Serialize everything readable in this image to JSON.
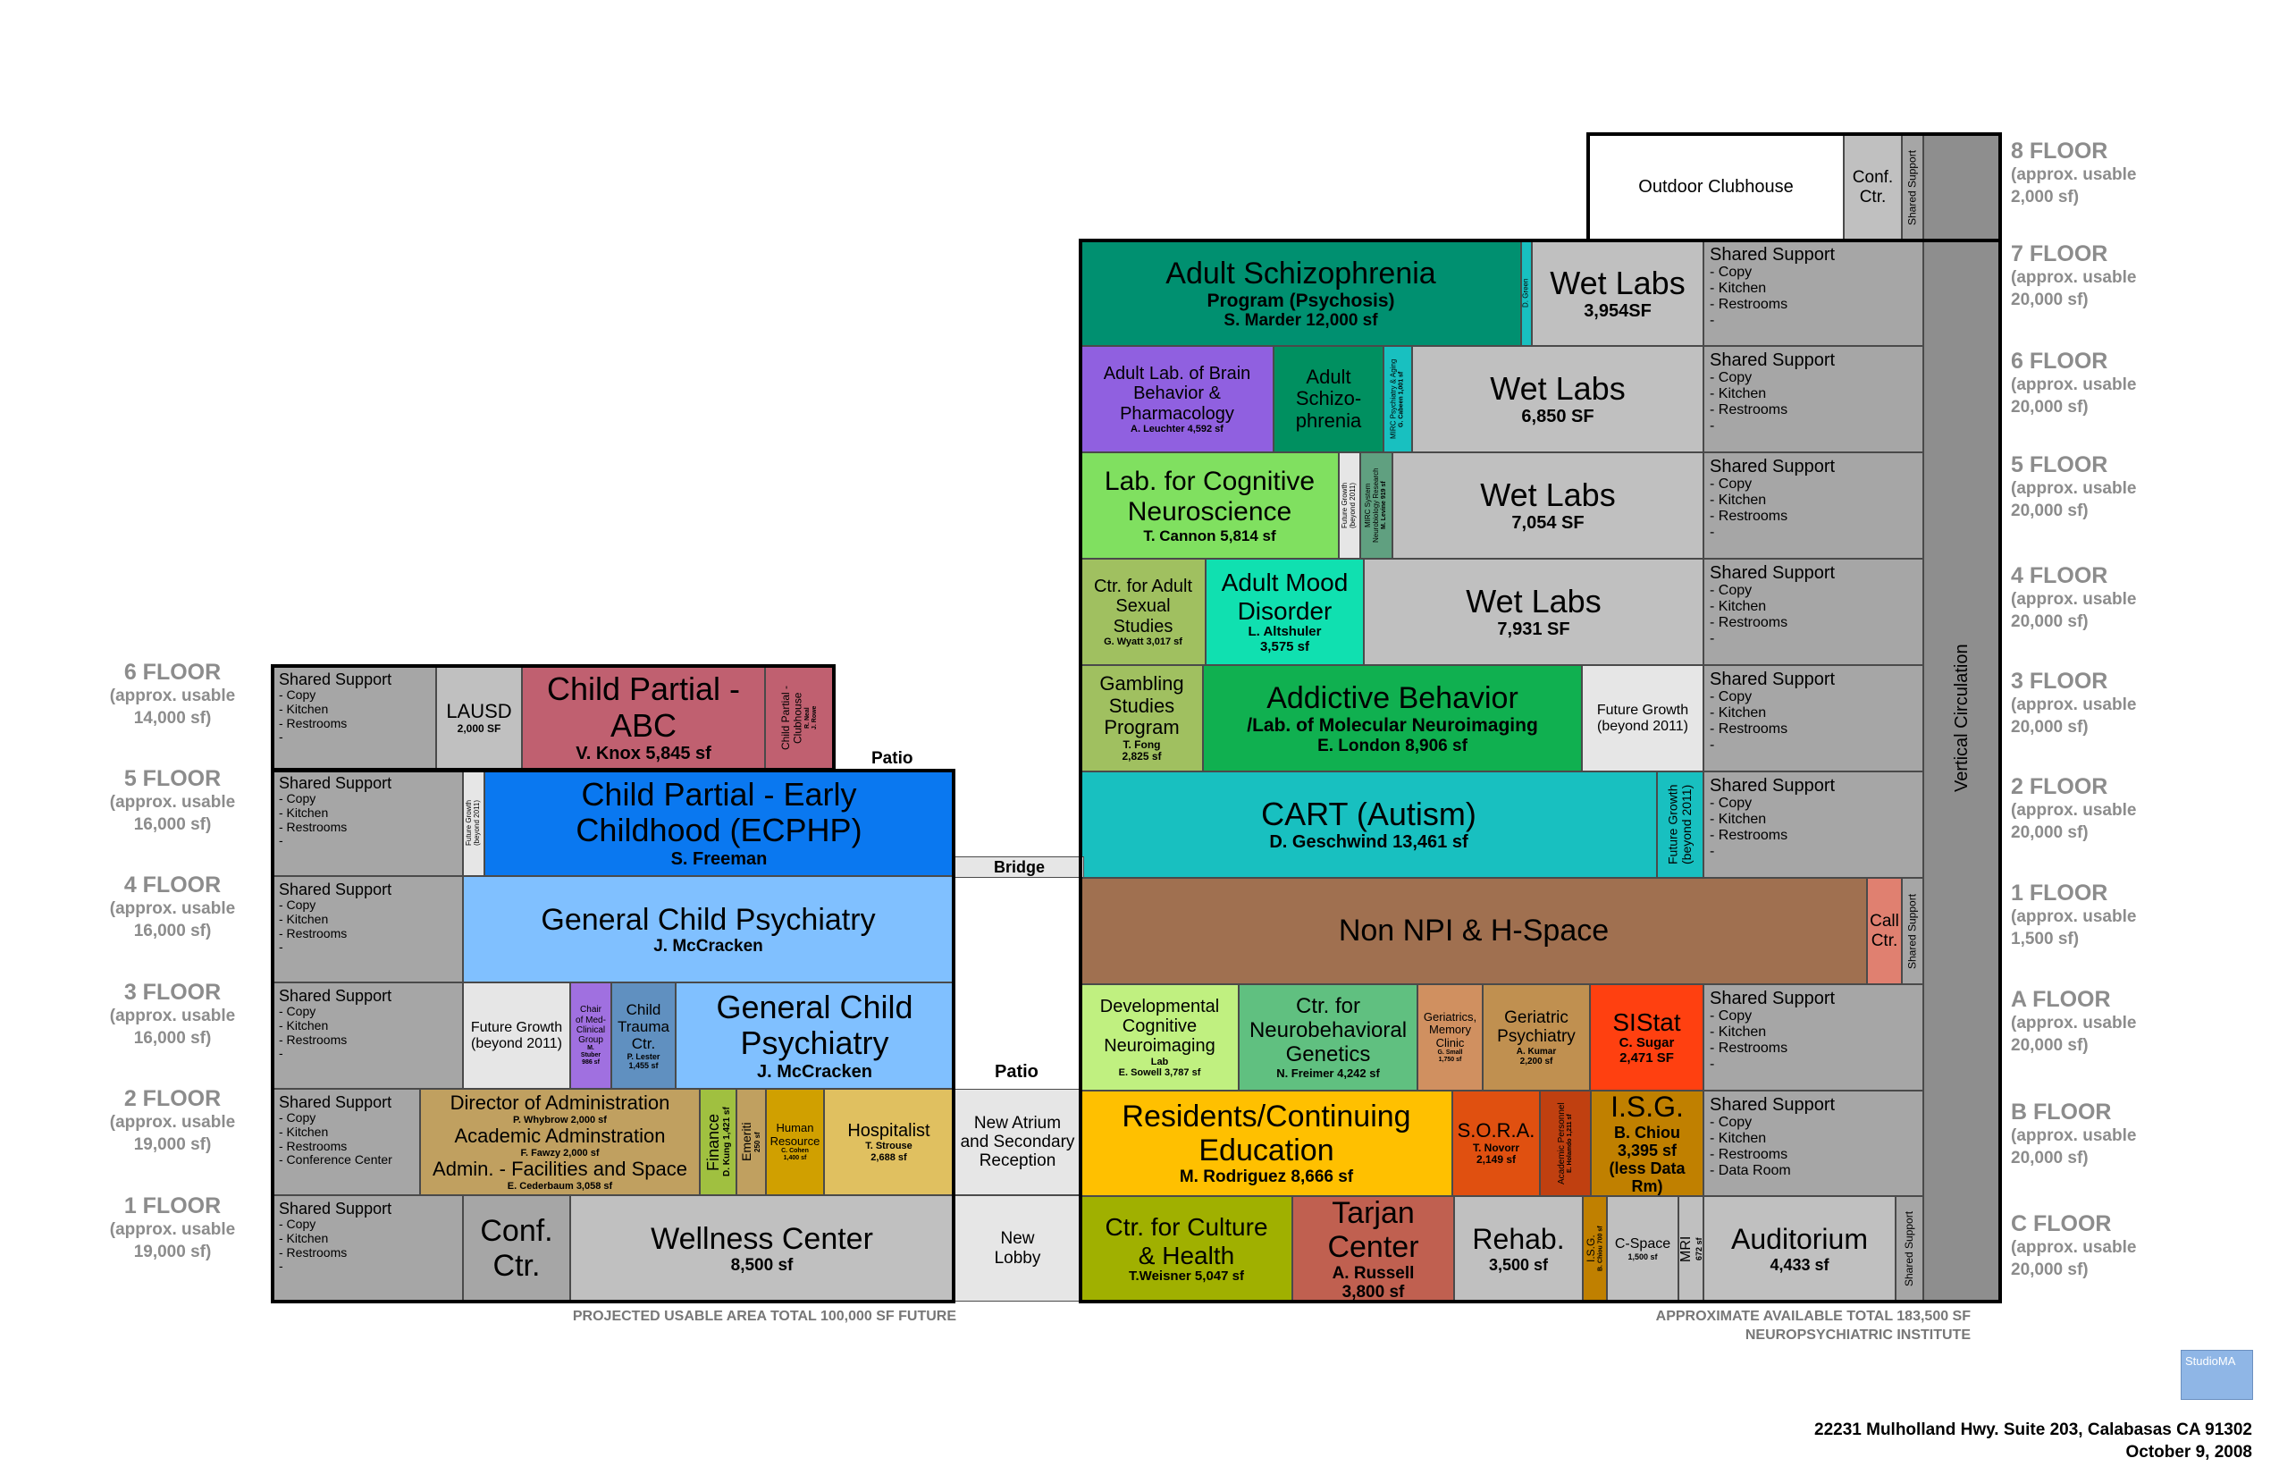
{
  "colors": {
    "gray": "#a6a6a6",
    "lightgray": "#c0c0c0",
    "darkgray": "#8e8e8e",
    "lighter": "#e6e6e6",
    "white": "#ffffff",
    "dusty_rose": "#c06070",
    "blue": "#0a78f0",
    "light_blue": "#80c0ff",
    "teal_dark": "#009070",
    "cyan": "#18c0c0",
    "green_mid": "#009060",
    "purple": "#9060e0",
    "lime": "#80e060",
    "olive_light": "#a0c060",
    "green": "#10b050",
    "aqua": "#10e0b0",
    "brown": "#a07050",
    "salmon": "#e08070",
    "light_green": "#c0f080",
    "mint": "#60c080",
    "tan": "#d09060",
    "orange_brown": "#c09050",
    "red": "#ff4010",
    "khaki": "#c0a060",
    "olive": "#a0c040",
    "mustard": "#d0a000",
    "hospitalist": "#e0c060",
    "yellow_orange": "#ffc000",
    "rust": "#e05010",
    "dark_rust": "#c04010",
    "gold_brown": "#c08000",
    "olive_dark": "#a0b000",
    "tarjan": "#c06050",
    "studio_blue": "#8fb6e6"
  },
  "floor_labels_left": [
    {
      "name": "6 FLOOR",
      "area": "(approx. usable\n14,000 sf)"
    },
    {
      "name": "5 FLOOR",
      "area": "(approx. usable\n16,000 sf)"
    },
    {
      "name": "4 FLOOR",
      "area": "(approx. usable\n16,000 sf)"
    },
    {
      "name": "3 FLOOR",
      "area": "(approx. usable\n16,000 sf)"
    },
    {
      "name": "2 FLOOR",
      "area": "(approx. usable\n19,000 sf)"
    },
    {
      "name": "1 FLOOR",
      "area": "(approx. usable\n19,000 sf)"
    }
  ],
  "floor_labels_right": [
    {
      "name": "8 FLOOR",
      "area": "(approx. usable\n2,000 sf)"
    },
    {
      "name": "7 FLOOR",
      "area": "(approx. usable\n20,000 sf)"
    },
    {
      "name": "6 FLOOR",
      "area": "(approx. usable\n20,000 sf)"
    },
    {
      "name": "5 FLOOR",
      "area": "(approx. usable\n20,000 sf)"
    },
    {
      "name": "4 FLOOR",
      "area": "(approx. usable\n20,000 sf)"
    },
    {
      "name": "3 FLOOR",
      "area": "(approx. usable\n20,000 sf)"
    },
    {
      "name": "2 FLOOR",
      "area": "(approx. usable\n20,000 sf)"
    },
    {
      "name": "1 FLOOR",
      "area": "(approx. usable\n1,500 sf)"
    },
    {
      "name": "A FLOOR",
      "area": "(approx. usable\n20,000 sf)"
    },
    {
      "name": "B FLOOR",
      "area": "(approx. usable\n20,000 sf)"
    },
    {
      "name": "C FLOOR",
      "area": "(approx. usable\n20,000 sf)"
    }
  ],
  "labels": {
    "patio_top": "Patio",
    "bridge": "Bridge",
    "patio_bottom": "Patio",
    "future_total": "PROJECTED USABLE AREA TOTAL 100,000 SF\nFUTURE",
    "npi_total": "APPROXIMATE AVAILABLE TOTAL 183,500 SF\nNEUROPSYCHIATRIC INSTITUTE",
    "studio_logo": "StudioMA",
    "address": "22231 Mulholland Hwy. Suite 203, Calabasas CA 91302",
    "date": "October 9, 2008"
  },
  "shared_support_items": "- Copy\n- Kitchen\n- Restrooms\n-",
  "rooms": [
    {
      "id": "f-6-ss",
      "title": "Shared Support",
      "detail": "- Copy\n- Kitchen\n- Restrooms\n-",
      "color": "#a6a6a6",
      "kind": "left"
    },
    {
      "id": "f-6-lausd",
      "title": "LAUSD",
      "sub": "2,000 SF",
      "color": "#c0c0c0"
    },
    {
      "id": "f-6-abc",
      "title": "Child Partial -\nABC",
      "sub": "V. Knox 5,845 sf",
      "color": "#c06070"
    },
    {
      "id": "f-6-club",
      "title": "Child Partial -\nClubhouse",
      "sub": "R. Neal\nJ. Rowe",
      "color": "#c06070",
      "kind": "vert"
    },
    {
      "id": "f-5-ss",
      "title": "Shared Support",
      "detail": "- Copy\n- Kitchen\n- Restrooms\n-",
      "color": "#a6a6a6",
      "kind": "left"
    },
    {
      "id": "f-5-fg",
      "title": "Future Growth\n(beyond 2011)",
      "color": "#e6e6e6",
      "kind": "vert"
    },
    {
      "id": "f-5-ecphp",
      "title": "Child Partial - Early\nChildhood (ECPHP)",
      "sub": "S. Freeman",
      "color": "#0a78f0"
    },
    {
      "id": "f-4-ss",
      "title": "Shared Support",
      "detail": "- Copy\n- Kitchen\n- Restrooms\n-",
      "color": "#a6a6a6",
      "kind": "left"
    },
    {
      "id": "f-4-gcp",
      "title": "General Child Psychiatry",
      "sub": "J. McCracken",
      "color": "#80c0ff"
    },
    {
      "id": "f-3-ss",
      "title": "Shared Support",
      "detail": "- Copy\n- Kitchen\n- Restrooms\n-",
      "color": "#a6a6a6",
      "kind": "left"
    },
    {
      "id": "f-3-fg",
      "title": "Future Growth\n(beyond 2011)",
      "color": "#e6e6e6"
    },
    {
      "id": "f-3-chair",
      "title": "Chair\nof Med-\nClinical\nGroup",
      "sub": "M.\nStuber\n986 sf",
      "color": "#a070e0"
    },
    {
      "id": "f-3-trauma",
      "title": "Child\nTrauma\nCtr.",
      "sub": "P. Lester\n1,455 sf",
      "color": "#6090c0"
    },
    {
      "id": "f-3-gcp",
      "title": "General Child\nPsychiatry",
      "sub": "J. McCracken",
      "color": "#80c0ff"
    },
    {
      "id": "f-2-ss",
      "title": "Shared Support",
      "detail": "- Copy\n- Kitchen\n- Restrooms\n- Conference Center",
      "color": "#a6a6a6",
      "kind": "left"
    },
    {
      "id": "f-2-admin",
      "title": "Director of Administration",
      "sub": "P. Whybrow 2,000 sf",
      "title2": "Academic Adminstration",
      "sub2": "F. Fawzy 2,000 sf",
      "title3": "Admin. - Facilities and Space",
      "sub3": "E. Cederbaum 3,058 sf",
      "color": "#c0a060"
    },
    {
      "id": "f-2-finance",
      "title": "Finance",
      "sub": "D. Kung 1,421 sf",
      "color": "#a0c040",
      "kind": "vert"
    },
    {
      "id": "f-2-emeriti",
      "title": "Emeriti",
      "sub": "250 sf",
      "color": "#c0a060",
      "kind": "vert"
    },
    {
      "id": "f-2-hr",
      "title": "Human\nResource",
      "sub": "C. Cohen\n1,400 sf",
      "color": "#d0a000"
    },
    {
      "id": "f-2-hosp",
      "title": "Hospitalist",
      "sub": "T. Strouse\n2,688 sf",
      "color": "#e0c060"
    },
    {
      "id": "f-2-atrium",
      "title": "New Atrium\nand Secondary\nReception",
      "color": "#e6e6e6"
    },
    {
      "id": "f-1-ss",
      "title": "Shared Support",
      "detail": "- Copy\n- Kitchen\n- Restrooms\n-",
      "color": "#a6a6a6",
      "kind": "left"
    },
    {
      "id": "f-1-conf",
      "title": "Conf.\nCtr.",
      "color": "#a6a6a6"
    },
    {
      "id": "f-1-wellness",
      "title": "Wellness Center",
      "sub": "8,500 sf",
      "color": "#c0c0c0"
    },
    {
      "id": "f-1-lobby",
      "title": "New\nLobby",
      "color": "#e6e6e6"
    },
    {
      "id": "n-8-outdoor",
      "title": "Outdoor Clubhouse",
      "color": "#ffffff"
    },
    {
      "id": "n-8-conf",
      "title": "Conf.\nCtr.",
      "color": "#c0c0c0"
    },
    {
      "id": "n-8-ss",
      "title": "Shared Support",
      "color": "#a6a6a6",
      "kind": "vert"
    },
    {
      "id": "n-vc",
      "title": "Vertical Circulation",
      "color": "#8e8e8e",
      "kind": "vert"
    },
    {
      "id": "n-7-schiz",
      "title": "Adult Schizophrenia",
      "sub": "Program (Psychosis)",
      "sub2": "S. Marder 12,000 sf",
      "color": "#009070"
    },
    {
      "id": "n-7-green",
      "title": "D. Green",
      "color": "#18c0c0",
      "kind": "vert"
    },
    {
      "id": "n-7-wet",
      "title": "Wet Labs",
      "sub": "3,954SF",
      "color": "#c0c0c0"
    },
    {
      "id": "n-7-ss",
      "title": "Shared Support",
      "detail": "- Copy\n- Kitchen\n- Restrooms\n-",
      "color": "#a6a6a6",
      "kind": "left"
    },
    {
      "id": "n-6-brain",
      "title": "Adult Lab. of Brain\nBehavior &\nPharmacology",
      "sub": "A. Leuchter 4,592 sf",
      "color": "#9060e0"
    },
    {
      "id": "n-6-schiz",
      "title": "Adult\nSchizo-\nphrenia",
      "color": "#009060"
    },
    {
      "id": "n-6-mirc",
      "title": "MIRC Psychiatry & Aging",
      "sub": "G. Cabeen 1,001 sf",
      "color": "#18c0c0",
      "kind": "vert"
    },
    {
      "id": "n-6-wet",
      "title": "Wet Labs",
      "sub": "6,850 SF",
      "color": "#c0c0c0"
    },
    {
      "id": "n-6-ss",
      "title": "Shared Support",
      "detail": "- Copy\n- Kitchen\n- Restrooms\n-",
      "color": "#a6a6a6",
      "kind": "left"
    },
    {
      "id": "n-5-cog",
      "title": "Lab. for Cognitive\nNeuroscience",
      "sub": "T. Cannon 5,814 sf",
      "color": "#80e060"
    },
    {
      "id": "n-5-fg",
      "title": "Future Growth\n(beyond 2011)",
      "color": "#e6e6e6",
      "kind": "vert"
    },
    {
      "id": "n-5-mirc",
      "title": "MIRC System\nNeurobiology Research",
      "sub": "M. Levine 919 sf",
      "color": "#60a080",
      "kind": "vert"
    },
    {
      "id": "n-5-wet",
      "title": "Wet Labs",
      "sub": "7,054 SF",
      "color": "#c0c0c0"
    },
    {
      "id": "n-5-ss",
      "title": "Shared Support",
      "detail": "- Copy\n- Kitchen\n- Restrooms\n-",
      "color": "#a6a6a6",
      "kind": "left"
    },
    {
      "id": "n-4-sexual",
      "title": "Ctr. for Adult\nSexual\nStudies",
      "sub": "G. Wyatt 3,017 sf",
      "color": "#a0c060"
    },
    {
      "id": "n-4-mood",
      "title": "Adult Mood\nDisorder",
      "sub": "L. Altshuler\n3,575 sf",
      "color": "#10e0b0"
    },
    {
      "id": "n-4-wet",
      "title": "Wet Labs",
      "sub": "7,931 SF",
      "color": "#c0c0c0"
    },
    {
      "id": "n-4-ss",
      "title": "Shared Support",
      "detail": "- Copy\n- Kitchen\n- Restrooms\n-",
      "color": "#a6a6a6",
      "kind": "left"
    },
    {
      "id": "n-3-gamb",
      "title": "Gambling\nStudies\nProgram",
      "sub": "T. Fong\n2,825 sf",
      "color": "#a0c060"
    },
    {
      "id": "n-3-addict",
      "title": "Addictive Behavior",
      "sub": "/Lab. of Molecular Neuroimaging",
      "sub2": "E. London 8,906 sf",
      "color": "#10b050"
    },
    {
      "id": "n-3-fg",
      "title": "Future Growth\n(beyond 2011)",
      "color": "#e6e6e6"
    },
    {
      "id": "n-3-ss",
      "title": "Shared Support",
      "detail": "- Copy\n- Kitchen\n- Restrooms\n-",
      "color": "#a6a6a6",
      "kind": "left"
    },
    {
      "id": "n-2-cart",
      "title": "CART (Autism)",
      "sub": "D. Geschwind 13,461 sf",
      "color": "#18c0c0"
    },
    {
      "id": "n-2-fg",
      "title": "Future Growth\n(beyond 2011)",
      "color": "#18c0c0",
      "kind": "vert"
    },
    {
      "id": "n-2-ss",
      "title": "Shared Support",
      "detail": "- Copy\n- Kitchen\n- Restrooms\n-",
      "color": "#a6a6a6",
      "kind": "left"
    },
    {
      "id": "n-1-npi",
      "title": "Non NPI & H-Space",
      "color": "#a07050"
    },
    {
      "id": "n-1-call",
      "title": "Call\nCtr.",
      "color": "#e08070"
    },
    {
      "id": "n-1-ss",
      "title": "Shared Support",
      "color": "#a6a6a6",
      "kind": "vert"
    },
    {
      "id": "n-a-dev",
      "title": "Developmental\nCognitive\nNeuroimaging",
      "sub": "Lab\nE. Sowell 3,787 sf",
      "color": "#c0f080"
    },
    {
      "id": "n-a-neuro",
      "title": "Ctr. for\nNeurobehavioral\nGenetics",
      "sub": "N. Freimer 4,242 sf",
      "color": "#60c080"
    },
    {
      "id": "n-a-memory",
      "title": "Geriatrics,\nMemory\nClinic",
      "sub": "G. Small\n1,750 sf",
      "color": "#d09060"
    },
    {
      "id": "n-a-geri",
      "title": "Geriatric\nPsychiatry",
      "sub": "A. Kumar\n2,200 sf",
      "color": "#c09050"
    },
    {
      "id": "n-a-sistat",
      "title": "SIStat",
      "sub": "C. Sugar\n2,471 SF",
      "color": "#ff4010"
    },
    {
      "id": "n-a-ss",
      "title": "Shared Support",
      "detail": "- Copy\n- Kitchen\n- Restrooms\n-",
      "color": "#a6a6a6",
      "kind": "left"
    },
    {
      "id": "n-b-res",
      "title": "Residents/Continuing\nEducation",
      "sub": "M. Rodriguez 8,666 sf",
      "color": "#ffc000"
    },
    {
      "id": "n-b-sora",
      "title": "S.O.R.A.",
      "sub": "T. Novorr\n2,149 sf",
      "color": "#e05010"
    },
    {
      "id": "n-b-acad",
      "title": "Academic Personnel",
      "sub": "E. Holamdo 1,211 sf",
      "color": "#c04010",
      "kind": "vert"
    },
    {
      "id": "n-b-isg",
      "title": "I.S.G.",
      "sub": "B. Chiou\n3,395 sf\n(less Data Rm)",
      "color": "#c08000"
    },
    {
      "id": "n-b-ss",
      "title": "Shared Support",
      "detail": "- Copy\n- Kitchen\n- Restrooms\n- Data Room",
      "color": "#a6a6a6",
      "kind": "left"
    },
    {
      "id": "n-c-culture",
      "title": "Ctr. for Culture\n& Health",
      "sub": "T.Weisner 5,047 sf",
      "color": "#a0b000"
    },
    {
      "id": "n-c-tarjan",
      "title": "Tarjan\nCenter",
      "sub": "A. Russell\n3,800 sf",
      "color": "#c06050"
    },
    {
      "id": "n-c-rehab",
      "title": "Rehab.",
      "sub": "3,500 sf",
      "color": "#c0c0c0"
    },
    {
      "id": "n-c-isg",
      "title": "I.S.G.",
      "sub": "B. Chiou 700 sf",
      "color": "#c08000",
      "kind": "vert"
    },
    {
      "id": "n-c-cspace",
      "title": "C-Space",
      "sub": "1,500 sf",
      "color": "#c0c0c0"
    },
    {
      "id": "n-c-mri",
      "title": "MRI",
      "sub": "672 sf",
      "color": "#c0c0c0",
      "kind": "vert"
    },
    {
      "id": "n-c-aud",
      "title": "Auditorium",
      "sub": "4,433 sf",
      "color": "#c0c0c0"
    },
    {
      "id": "n-c-ss",
      "title": "Shared Support",
      "color": "#a6a6a6",
      "kind": "vert"
    }
  ]
}
